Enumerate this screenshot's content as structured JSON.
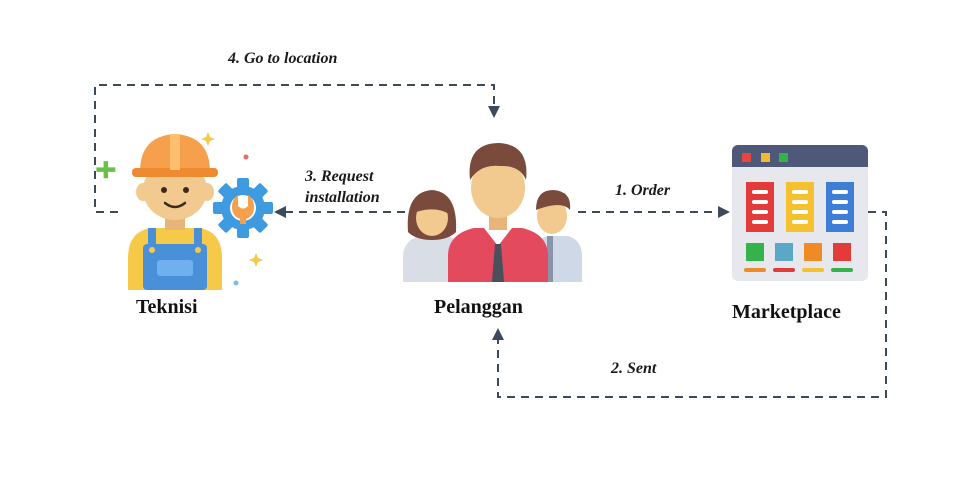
{
  "nodes": {
    "teknisi": {
      "label": "Teknisi"
    },
    "pelanggan": {
      "label": "Pelanggan"
    },
    "marketplace": {
      "label": "Marketplace"
    }
  },
  "edges": {
    "order": {
      "label": "1. Order"
    },
    "sent": {
      "label": "2. Sent"
    },
    "request": {
      "line1": "3. Request",
      "line2": "installation"
    },
    "goto": {
      "label": "4. Go to location"
    }
  },
  "colors": {
    "arrow": "#3d4a5c",
    "skin": "#f2c98f",
    "helmet": "#f6a04d",
    "gear": "#3f9be0",
    "overalls": "#4a90d9",
    "shirt_red": "#e34a5e",
    "browser_bar": "#4e5878"
  }
}
